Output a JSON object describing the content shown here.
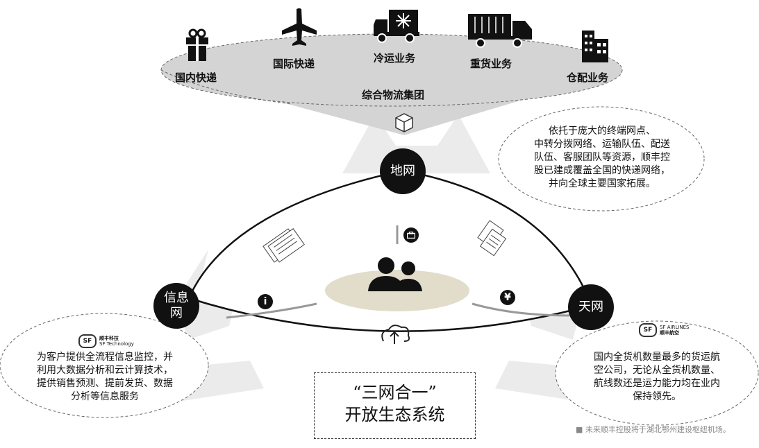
{
  "services": [
    {
      "name": "gift-icon",
      "label": "国内快递"
    },
    {
      "name": "plane-icon",
      "label": "国际快递"
    },
    {
      "name": "snow-truck-icon",
      "label": "冷运业务"
    },
    {
      "name": "cargo-truck-icon",
      "label": "重货业务"
    },
    {
      "name": "building-icon",
      "label": "仓配业务"
    }
  ],
  "group_label": "综合物流集团",
  "nodes": {
    "ground": "地网",
    "info_line1": "信息",
    "info_line2": "网",
    "sky": "天网"
  },
  "bubbles": {
    "ground": [
      "依托于庞大的终端网点、",
      "中转分拨网络、运输队伍、配送",
      "队伍、客服团队等资源，顺丰控",
      "股已建成覆盖全国的快递网络，",
      "并向全球主要国家拓展。"
    ],
    "info": [
      "为客户提供全流程信息监控，并",
      "利用大数据分析和云计算技术，",
      "提供销售预测、提前发货、数据",
      "分析等信息服务"
    ],
    "sky": [
      "国内全货机数量最多的货运航",
      "空公司，无论从全货机数量、",
      "航线数还是运力能力均在业内",
      "保持领先。"
    ]
  },
  "logos": {
    "tech_cn": "顺丰科技",
    "tech_en": "SF Technology",
    "airlines_en": "SF AIRLINES",
    "airlines_cn": "顺丰航空"
  },
  "mini_icons": {
    "info": "i",
    "yuan": "¥"
  },
  "title": [
    "“三网合一”",
    "开放生态系统"
  ],
  "footnote": "■  未来顺丰控股将于湖北鄂州建设枢纽机场。"
}
